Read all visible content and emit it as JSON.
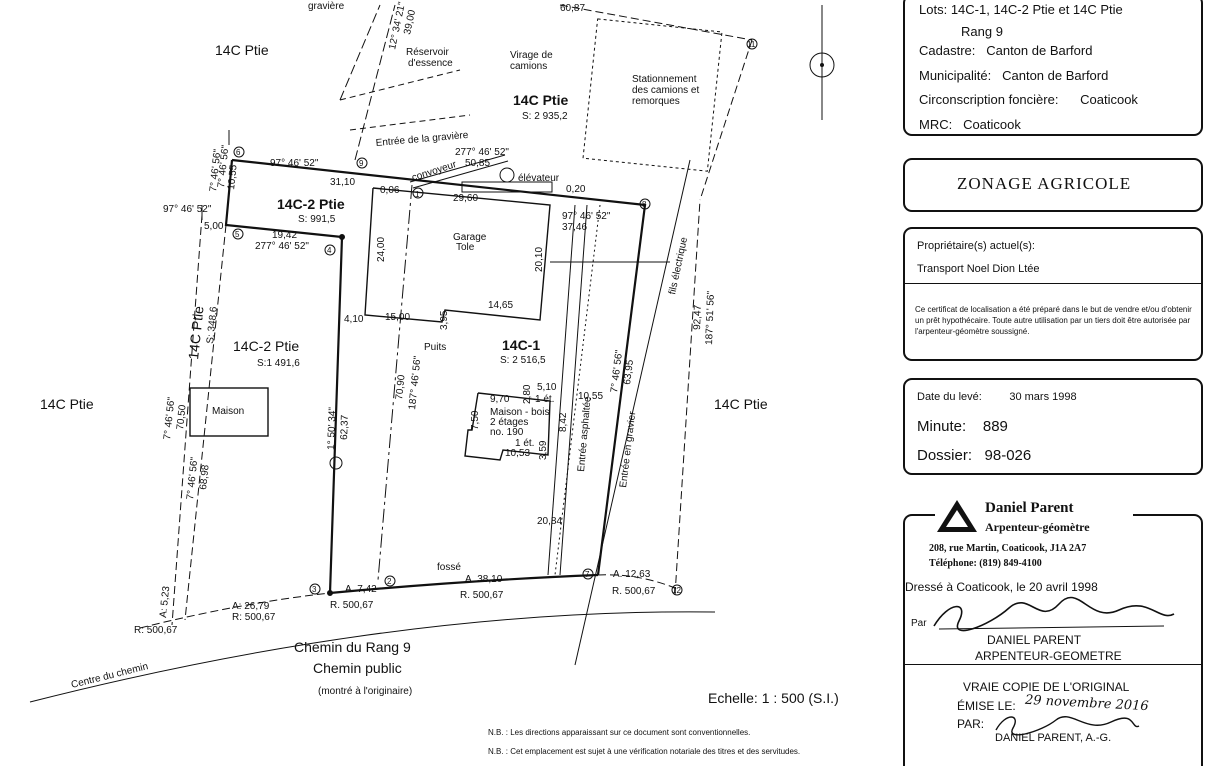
{
  "plan": {
    "gravel_pit": "gravière",
    "bearing_top": "12° 34' 21\"",
    "dist_top": "39,00",
    "dist_top_right": "60,87",
    "lot_14c_nw": "14C Ptie",
    "reservoir": "Réservoir d'essence",
    "truck_turn": "Virage de camions",
    "lot_14c_center": "14C Ptie",
    "lot_14c_center_area": "S: 2 935,2",
    "parking": "Stationnement des camions et remorques",
    "pit_entrance": "Entrée de la gravière",
    "conveyor": "convoyeur",
    "elevator": "élévateur",
    "bearing_277_top": "277° 46' 52\"",
    "dist_50_85": "50,85",
    "bearing_7_46_56_nw": "7° 46' 56\"",
    "dist_10_55_left": "10,55",
    "bearing_97_top": "97° 46' 52\"",
    "dist_31_10": "31,10",
    "dist_0_06": "0,06",
    "dist_29_60": "29,60",
    "dist_0_20": "0,20",
    "lot_14c2_title": "14C-2 Ptie",
    "lot_14c2_area": "S: 991,5",
    "bearing_97_left": "97° 46' 52\"",
    "dist_5_00": "5,00",
    "dist_19_42": "19,42",
    "bearing_277_mid": "277° 46' 52\"",
    "bearing_97_right": "97° 46' 52\"",
    "dist_37_46": "37,46",
    "garage": "Garage Tole",
    "dist_24_00": "24,00",
    "dist_20_10": "20,10",
    "dist_15_00": "15,00",
    "dist_3_95": "3,95",
    "dist_14_65": "14,65",
    "dist_4_10": "4,10",
    "electric_wire": "fils électrique",
    "bearing_187_right": "187° 51' 56\"",
    "dist_92_47": "92,47",
    "bearing_7_46_56_left": "7° 46' 56\"",
    "lot_14c_ptie_left": "14C Ptie",
    "left_area": "S: 348,6",
    "lot_14c2_lower": "14C-2 Ptie",
    "lot_14c2_lower_area": "S:1 491,6",
    "well": "Puits",
    "lot_14c1": "14C-1",
    "lot_14c1_area": "S: 2 516,5",
    "bearing_7_46_56_mid": "7° 46' 56\"",
    "dist_63_95": "63,95",
    "lot_14c_west": "14C Ptie",
    "lot_14c_east": "14C Ptie",
    "house_left": "Maison",
    "bearing_1_50_34": "1° 50' 34\"",
    "dist_62_37": "62,37",
    "dist_70_90": "70,90",
    "bearing_187_mid": "187° 46' 56\"",
    "dist_9_70": "9,70",
    "dist_2_80": "2,80",
    "dist_5_10": "5,10",
    "one_floor_top": "1 ét.",
    "dist_10_55_mid": "10,55",
    "house_main": "Maison - bois 2 étages no. 190",
    "dist_7_50": "7,50",
    "dist_8_42": "8,42",
    "one_floor_bottom": "1 ét.",
    "dist_10_53": "10,53",
    "dist_3_59": "3,59",
    "paved_entrance": "Entrée asphaltée",
    "gravel_entrance": "Entrée en gravier",
    "dist_20_84": "20,84",
    "bearing_7_46_56_far": "7° 46' 56\"",
    "dist_70_50": "70,50",
    "bearing_7_46_56_far2": "7° 46' 56\"",
    "dist_68_98": "68,98",
    "ditch": "fossé",
    "dist_a_7_42": "A. 7,42",
    "dist_a_38_10": "A. 38,10",
    "dist_a_12_63": "A. 12,63",
    "dist_a_26_79": "A: 26,79",
    "dist_r_500_67_a": "R: 500,67",
    "dist_r_500_67_b": "R. 500,67",
    "dist_r_500_67_c": "R. 500,67",
    "dist_r_500_67_d": "R. 500,67",
    "dist_a_5_23": "A: 5,23",
    "dist_r_500_67_e": "R: 500,67",
    "road_center": "Centre du chemin",
    "road_name": "Chemin du Rang 9",
    "road_public": "Chemin public",
    "road_shown": "(montré à l'originaire)",
    "scale": "Echelle:  1 : 500 (S.I.)",
    "nb1": "N.B. :  Les directions apparaissant sur ce document sont conventionnelles.",
    "nb2": "N.B. :  Cet emplacement est sujet à une vérification notariale des titres et des servitudes.",
    "points": [
      "1",
      "2",
      "3",
      "4",
      "5",
      "6",
      "7",
      "8",
      "9",
      "11",
      "12"
    ]
  },
  "info": {
    "lots_label": "Lots:",
    "lots_value": "14C-1, 14C-2 Ptie et 14C Ptie",
    "lots_value2": "Rang 9",
    "cadastre_label": "Cadastre:",
    "cadastre_value": "Canton de Barford",
    "municipalite_label": "Municipalité:",
    "municipalite_value": "Canton de Barford",
    "circonscription_label": "Circonscription foncière:",
    "circonscription_value": "Coaticook",
    "mrc_label": "MRC:",
    "mrc_value": "Coaticook"
  },
  "zonage": "ZONAGE AGRICOLE",
  "owner": {
    "label": "Propriétaire(s) actuel(s):",
    "name": "Transport Noel Dion Ltée",
    "certificate": "Ce certificat de localisation a été préparé dans le but de vendre et/ou d'obtenir un prêt hypothécaire. Toute autre utilisation par un tiers doit être autorisée par l'arpenteur-géomètre soussigné."
  },
  "survey": {
    "date_label": "Date du levé:",
    "date_value": "30 mars 1998",
    "minute_label": "Minute:",
    "minute_value": "889",
    "dossier_label": "Dossier:",
    "dossier_value": "98-026"
  },
  "surveyor": {
    "name": "Daniel Parent",
    "title": "Arpenteur-géomètre",
    "address": "208, rue Martin, Coaticook, J1A 2A7",
    "phone": "Téléphone: (819) 849-4100",
    "drawn": "Dressé à Coaticook, le 20 avril 1998",
    "par": "Par",
    "sign_name": "DANIEL PARENT",
    "sign_title": "ARPENTEUR-GEOMETRE",
    "copy": "VRAIE COPIE DE L'ORIGINAL",
    "issued_label": "ÉMISE LE:",
    "issued_value": "29 novembre 2016",
    "par2": "PAR:",
    "sign2": "DANIEL PARENT, A.-G."
  }
}
